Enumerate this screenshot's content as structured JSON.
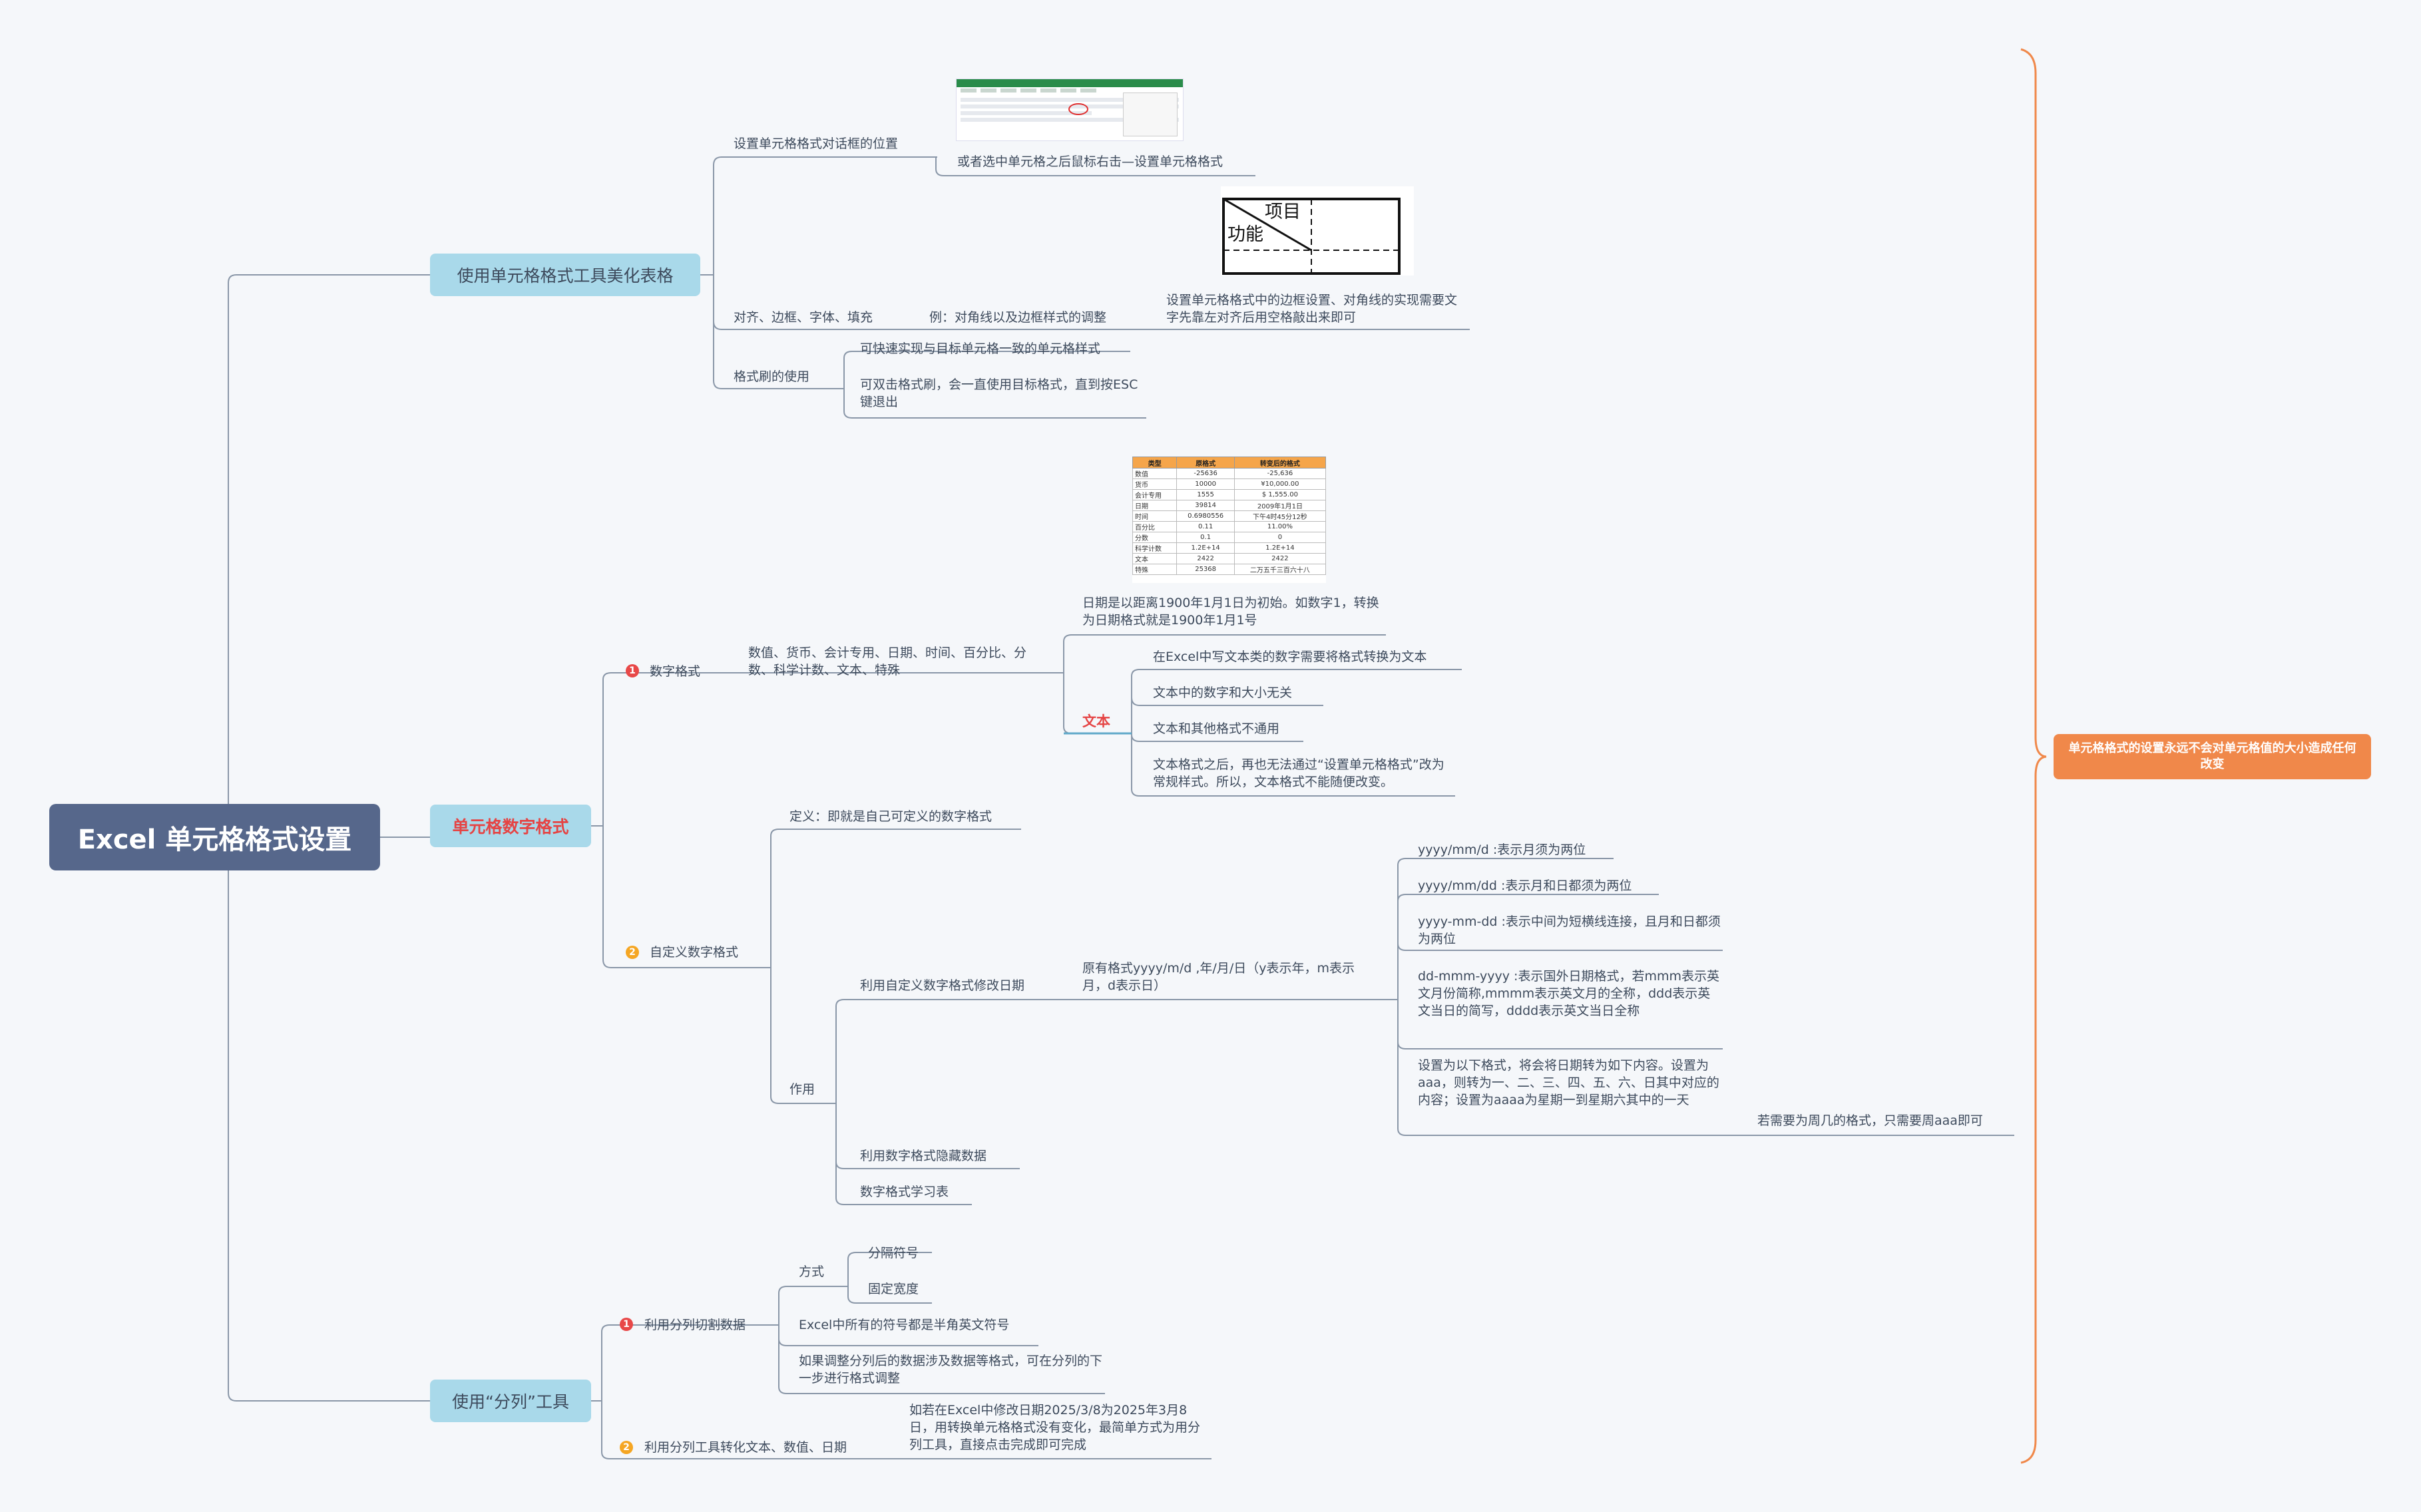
{
  "root": "Excel 单元格格式设置",
  "summary": "单元格格式的设置永远不会对单元格值的大小造成任何改变",
  "branch1": {
    "title": "使用单元格格式工具美化表格",
    "n1": "设置单元格格式对话框的位置",
    "n1a": "或者选中单元格之后鼠标右击—设置单元格格式",
    "n2": "对齐、边框、字体、填充",
    "n2a": "例：对角线以及边框样式的调整",
    "n2b": "设置单元格格式中的边框设置、对角线的实现需要文字先靠左对齐后用空格敲出来即可",
    "diag_item": "项目",
    "diag_func": "功能",
    "n3": "格式刷的使用",
    "n3a": "可快速实现与目标单元格一致的单元格样式",
    "n3b": "可双击格式刷，会一直使用目标格式，直到按ESC键退出"
  },
  "branch2": {
    "title": "单元格数字格式",
    "num_badge": "1",
    "num": "数字格式",
    "num_types": "数值、货币、会计专用、日期、时间、百分比、分数、科学计数、文本、特殊",
    "date_note": "日期是以距离1900年1月1日为初始。如数字1，转换为日期格式就是1900年1月1号",
    "text_label": "文本",
    "text_items": [
      "在Excel中写文本类的数字需要将格式转换为文本",
      "文本中的数字和大小无关",
      "文本和其他格式不通用",
      "文本格式之后，再也无法通过“设置单元格格式”改为常规样式。所以，文本格式不能随便改变。"
    ],
    "fmt_table": {
      "headers": [
        "类型",
        "原格式",
        "转变后的格式"
      ],
      "rows": [
        [
          "数值",
          "-25636",
          "-25,636"
        ],
        [
          "货币",
          "10000",
          "¥10,000.00"
        ],
        [
          "会计专用",
          "1555",
          "$    1,555.00"
        ],
        [
          "日期",
          "39814",
          "2009年1月1日"
        ],
        [
          "时间",
          "0.6980556",
          "下午4时45分12秒"
        ],
        [
          "百分比",
          "0.11",
          "11.00%"
        ],
        [
          "分数",
          "0.1",
          "0"
        ],
        [
          "科学计数",
          "1.2E+14",
          "1.2E+14"
        ],
        [
          "文本",
          "2422",
          "2422"
        ],
        [
          "特殊",
          "25368",
          "二万五千三百六十八"
        ]
      ]
    },
    "custom_badge": "2",
    "custom": "自定义数字格式",
    "def": "定义：即就是自己可定义的数字格式",
    "use": "作用",
    "use1": "利用自定义数字格式修改日期",
    "orig": "原有格式yyyy/m/d ,年/月/日（y表示年，m表示月，d表示日）",
    "date_items": [
      "yyyy/mm/d :表示月须为两位",
      "yyyy/mm/dd :表示月和日都须为两位",
      "yyyy-mm-dd :表示中间为短横线连接，且月和日都须为两位",
      "dd-mmm-yyyy :表示国外日期格式，若mmm表示英文月份简称,mmmm表示英文月的全称，ddd表示英文当日的简写，dddd表示英文当日全称",
      "设置为以下格式，将会将日期转为如下内容。设置为aaa，则转为一、二、三、四、五、六、日其中对应的内容；设置为aaaa为星期一到星期六其中的一天"
    ],
    "week_note": "若需要为周几的格式，只需要周aaa即可",
    "use2": "利用数字格式隐藏数据",
    "use3": "数字格式学习表"
  },
  "branch3": {
    "title": "使用“分列”工具",
    "s1_badge": "1",
    "s1": "利用分列切割数据",
    "way": "方式",
    "way1": "分隔符号",
    "way2": "固定宽度",
    "note1": "Excel中所有的符号都是半角英文符号",
    "note2": "如果调整分列后的数据涉及数据等格式，可在分列的下一步进行格式调整",
    "s2_badge": "2",
    "s2": "利用分列工具转化文本、数值、日期",
    "s2_note": "如若在Excel中修改日期2025/3/8为2025年3月8日，用转换单元格格式没有变化，最简单方式为用分列工具，直接点击完成即可完成"
  },
  "colors": {
    "root_bg": "#56678b",
    "main_bg": "#a9d9ea",
    "line": "#8a97a8",
    "brace": "#f0884a",
    "accent_red": "#e54444",
    "accent_amber": "#f5a623",
    "text_link": "#5fa8c9"
  }
}
